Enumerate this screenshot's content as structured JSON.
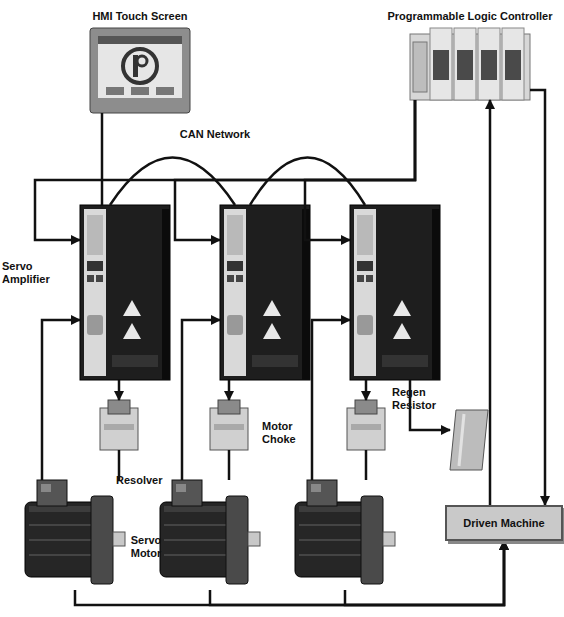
{
  "diagram": {
    "nodes": [
      {
        "text": [
          "HMI Touch Screen"
        ]
      },
      {
        "text": [
          "Programmable Logic Controller"
        ]
      },
      {
        "text": [
          "Servo Amplifier"
        ]
      },
      {
        "text": []
      },
      {
        "text": []
      },
      {
        "text": []
      },
      {
        "text": [
          "Motor Choke"
        ]
      },
      {
        "text": []
      },
      {
        "text": [
          "Regen Resistor"
        ]
      },
      {
        "text": []
      },
      {
        "text": []
      },
      {
        "text": []
      },
      {
        "text": [
          "Driven Machine"
        ]
      }
    ],
    "edges": [
      {
        "from": 0,
        "to": 2,
        "arrow": "none"
      },
      {
        "from": 2,
        "to": 3,
        "arrow": "none",
        "label": "CAN Network"
      },
      {
        "from": 3,
        "to": 4,
        "arrow": "none"
      },
      {
        "from": 1,
        "to": 2,
        "arrow": "to"
      },
      {
        "from": 1,
        "to": 3,
        "arrow": "to"
      },
      {
        "from": 1,
        "to": 4,
        "arrow": "to"
      },
      {
        "from": 2,
        "to": 5,
        "arrow": "to"
      },
      {
        "from": 3,
        "to": 6,
        "arrow": "to"
      },
      {
        "from": 4,
        "to": 7,
        "arrow": "to"
      },
      {
        "from": 5,
        "to": 9,
        "arrow": "none"
      },
      {
        "from": 6,
        "to": 10,
        "arrow": "none"
      },
      {
        "from": 7,
        "to": 11,
        "arrow": "none"
      },
      {
        "from": 4,
        "to": 8,
        "arrow": "to"
      },
      {
        "from": 9,
        "to": 2,
        "arrow": "to"
      },
      {
        "from": 10,
        "to": 3,
        "arrow": "to"
      },
      {
        "from": 11,
        "to": 4,
        "arrow": "to"
      },
      {
        "from": 9,
        "to": 12,
        "arrow": "to"
      },
      {
        "from": 10,
        "to": 12,
        "arrow": "to"
      },
      {
        "from": 11,
        "to": 12,
        "arrow": "to"
      },
      {
        "from": 1,
        "to": 12,
        "arrow": "to"
      },
      {
        "from": 12,
        "to": 1,
        "arrow": "to"
      }
    ],
    "labels": [
      "Resolver",
      "Servo Motor"
    ]
  }
}
